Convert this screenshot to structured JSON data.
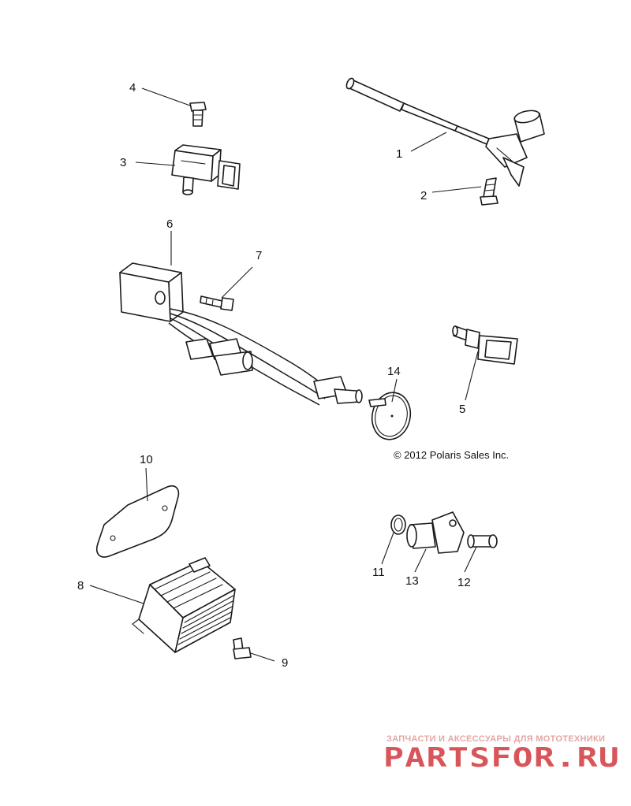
{
  "diagram": {
    "callouts": {
      "c1": "1",
      "c2": "2",
      "c3": "3",
      "c4": "4",
      "c5": "5",
      "c6": "6",
      "c7": "7",
      "c8": "8",
      "c9": "9",
      "c10": "10",
      "c11": "11",
      "c12": "12",
      "c13": "13",
      "c14": "14"
    },
    "copyright": "© 2012 Polaris Sales Inc."
  },
  "watermark": {
    "tagline": "ЗАПЧАСТИ И АКСЕССУАРЫ ДЛЯ МОТОТЕХНИКИ",
    "brand": "PARTSFOR.RU",
    "colors": {
      "tagline": "#e4a6a6",
      "brand": "#d8555a"
    }
  }
}
